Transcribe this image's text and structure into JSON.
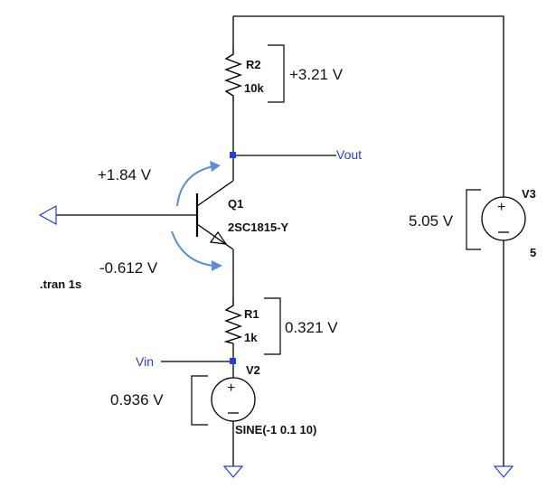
{
  "circuit": {
    "directive": ".tran 1s",
    "nets": {
      "vout": "Vout",
      "vin": "Vin"
    },
    "r2": {
      "name": "R2",
      "value": "10k",
      "voltage": "+3.21 V"
    },
    "r1": {
      "name": "R1",
      "value": "1k",
      "voltage": "0.321 V"
    },
    "q1": {
      "name": "Q1",
      "model": "2SC1815-Y",
      "vcb": "+1.84 V",
      "vbe": "-0.612 V"
    },
    "v3": {
      "name": "V3",
      "value": "5",
      "voltage": "5.05 V"
    },
    "v2": {
      "name": "V2",
      "value": "SINE(-1 0.1 10)",
      "voltage": "0.936 V"
    }
  },
  "colors": {
    "wire": "#000000",
    "net_label": "#2b3fbf",
    "junction": "#1f3fe0",
    "arrow": "#5b8fd0",
    "component": "#000000"
  }
}
